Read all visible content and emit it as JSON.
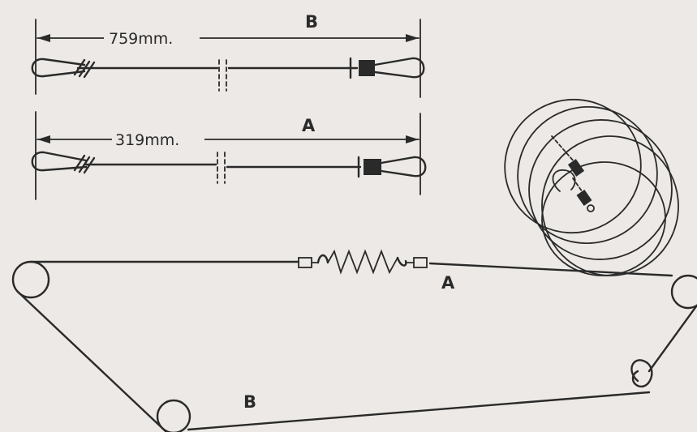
{
  "labels": {
    "cable_b_letter": "B",
    "cable_a_letter": "A",
    "cable_b_length": "759mm.",
    "cable_a_length": "319mm.",
    "routing_a": "A",
    "routing_b": "B"
  },
  "colors": {
    "ink": "#2a2a2a",
    "paper": "#ece9e6"
  }
}
